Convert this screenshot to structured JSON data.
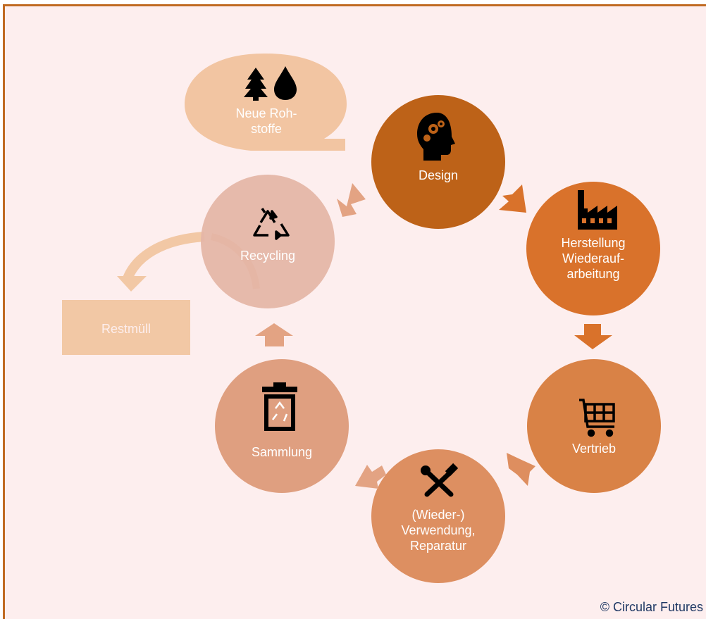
{
  "nodes": {
    "rohstoffe": "Neue Roh-\nstoffe",
    "design": "Design",
    "herstellung": "Herstellung\nWiederauf-\narbeitung",
    "vertrieb": "Vertrieb",
    "verwendung": "(Wieder-)\nVerwendung,\nReparatur",
    "sammlung": "Sammlung",
    "recycling": "Recycling",
    "restmuell": "Restmüll"
  },
  "icons": {
    "rohstoffe": [
      "tree-icon",
      "water-drop-icon"
    ],
    "design": "head-gears-icon",
    "herstellung": "factory-icon",
    "vertrieb": "shopping-cart-icon",
    "verwendung": "tools-icon",
    "sammlung": "recycle-bin-icon",
    "recycling": "recycle-icon"
  },
  "colors": {
    "background": "#fdeeee",
    "border": "#c06a22",
    "design": "#bd6218",
    "herstellung": "#d9722b",
    "vertrieb": "#d98246",
    "verwendung": "#dd8f61",
    "sammlung": "#df9f80",
    "recycling": "#e5b6a7",
    "rohstoffe": "#f2c5a2",
    "restmuell": "#f2c8a5",
    "arrow_dark": "#d9722b",
    "arrow_light": "#e5a887"
  },
  "footer": {
    "copyright": "© Circular Futures"
  }
}
